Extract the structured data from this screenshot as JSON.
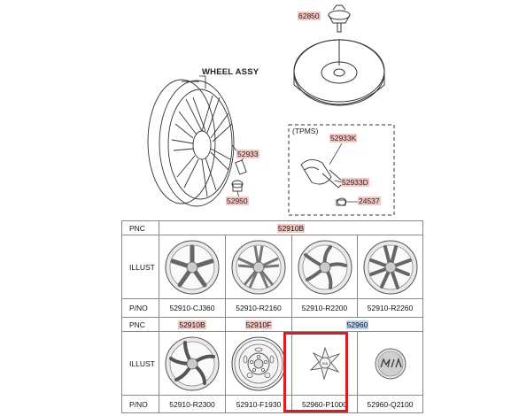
{
  "diagram": {
    "labels": {
      "wheel_assy": "WHEEL ASSY",
      "tpms": "(TPMS)",
      "p62850": "62850",
      "p52933": "52933",
      "p52950": "52950",
      "p52933K": "52933K",
      "p52933D": "52933D",
      "p24537": "24537"
    }
  },
  "table": {
    "row1": {
      "pnc_header": "PNC",
      "pnc_value": "52910B",
      "illust_header": "ILLUST",
      "pno_header": "P/NO",
      "parts": [
        "52910-CJ360",
        "52910-R2160",
        "52910-R2200",
        "52910-R2260"
      ]
    },
    "row2": {
      "pnc_header": "PNC",
      "pnc_values": [
        "52910B",
        "52910F",
        "52960"
      ],
      "illust_header": "ILLUST",
      "pno_header": "P/NO",
      "parts": [
        "52910-R2300",
        "52910-F1930",
        "52960-P1000",
        "52960-Q2100"
      ]
    }
  },
  "colors": {
    "part_highlight": "#f5c6c2",
    "selected_pnc": "#b9d3f2",
    "selection_box": "#d41e24"
  }
}
